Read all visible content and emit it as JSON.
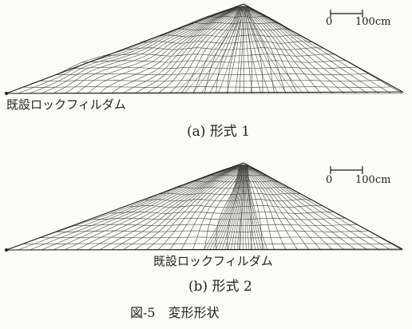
{
  "figure_caption": "図-5　変形形状",
  "panels": [
    {
      "id": "a",
      "caption": "(a)  形式 1",
      "dam_label": "既設ロックフィルダム",
      "scale_bar": {
        "zero": "0",
        "length": "100cm"
      }
    },
    {
      "id": "b",
      "caption": "(b)  形式 2",
      "dam_label": "既設ロックフィルダム",
      "scale_bar": {
        "zero": "0",
        "length": "100cm"
      }
    }
  ],
  "colors": {
    "mesh": "#3a3a3a",
    "outline": "#1a1a1a",
    "background": "#fbfbf8"
  }
}
